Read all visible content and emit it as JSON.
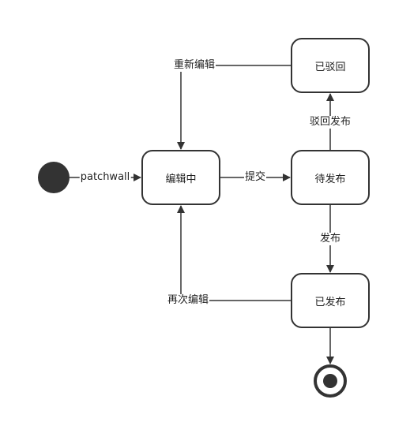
{
  "diagram": {
    "states": {
      "editing": "编辑中",
      "pending_publish": "待发布",
      "rejected": "已驳回",
      "published": "已发布"
    },
    "transitions": {
      "initial": "patchwall",
      "submit": "提交",
      "reject": "驳回发布",
      "publish": "发布",
      "re_edit": "重新编辑",
      "edit_again": "再次编辑"
    },
    "colors": {
      "stroke": "#333333",
      "fill": "#ffffff",
      "text": "#222222"
    }
  }
}
